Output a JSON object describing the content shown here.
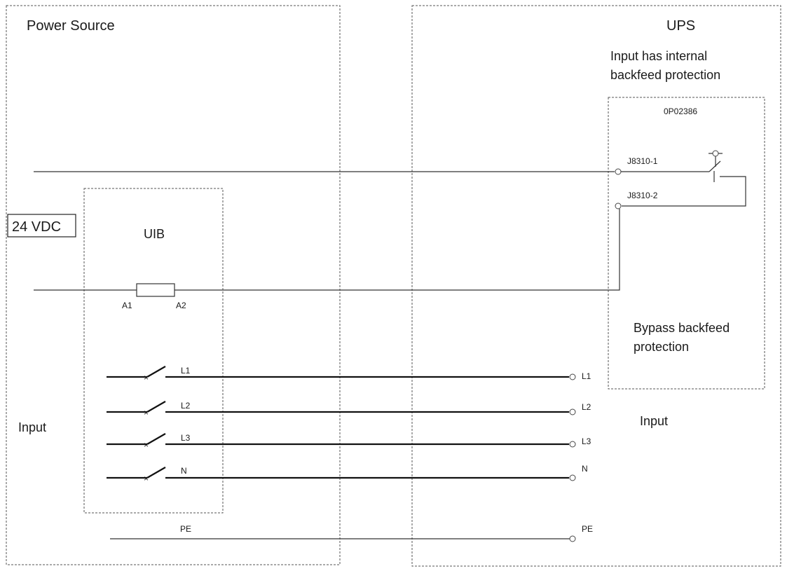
{
  "power_source": {
    "title": "Power Source",
    "input_label": "Input"
  },
  "voltage_label": "24 VDC",
  "uib": {
    "title": "UIB",
    "terminal_a1": "A1",
    "terminal_a2": "A2"
  },
  "ups": {
    "title": "UPS",
    "note_line1": "Input has internal",
    "note_line2": "backfeed protection",
    "input_label": "Input"
  },
  "board": {
    "part_number": "0P02386",
    "pin1": "J8310-1",
    "pin2": "J8310-2",
    "caption_line1": "Bypass backfeed",
    "caption_line2": "protection"
  },
  "phases": [
    "L1",
    "L2",
    "L3",
    "N"
  ],
  "pe_label": "PE"
}
